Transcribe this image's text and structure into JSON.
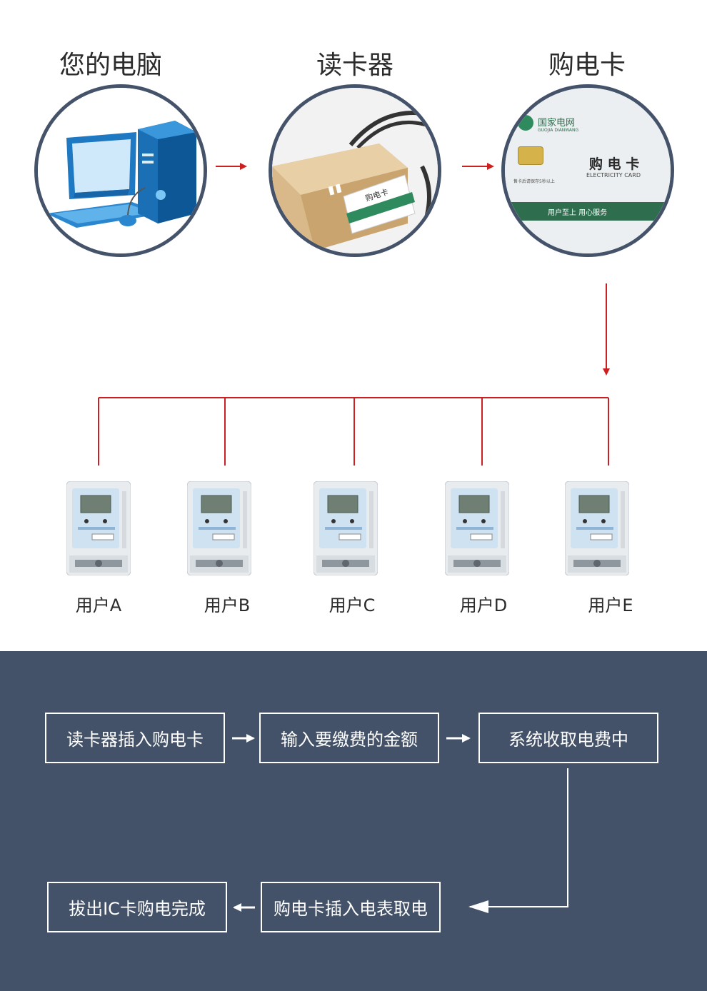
{
  "steps": [
    {
      "title": "您的电脑"
    },
    {
      "title": "读卡器"
    },
    {
      "title": "购电卡"
    }
  ],
  "card": {
    "brand": "国家电网",
    "brand_sub": "GUOJIA DIANWANG",
    "title": "购 电 卡",
    "subtitle": "ELECTRICITY CARD",
    "fine_print": "售卡后请保存5秒以上",
    "footer": "用户至上  用心服务"
  },
  "reader": {
    "card_text": "购电卡"
  },
  "users": [
    {
      "label": "用户A"
    },
    {
      "label": "用户B"
    },
    {
      "label": "用户C"
    },
    {
      "label": "用户D"
    },
    {
      "label": "用户E"
    }
  ],
  "process": [
    {
      "label": "读卡器插入购电卡"
    },
    {
      "label": "输入要缴费的金额"
    },
    {
      "label": "系统收取电费中"
    },
    {
      "label": "购电卡插入电表取电"
    },
    {
      "label": "拔出IC卡购电完成"
    }
  ],
  "colors": {
    "connector": "#cc1f1f",
    "panel": "#435268",
    "circle_border": "#45536a"
  }
}
